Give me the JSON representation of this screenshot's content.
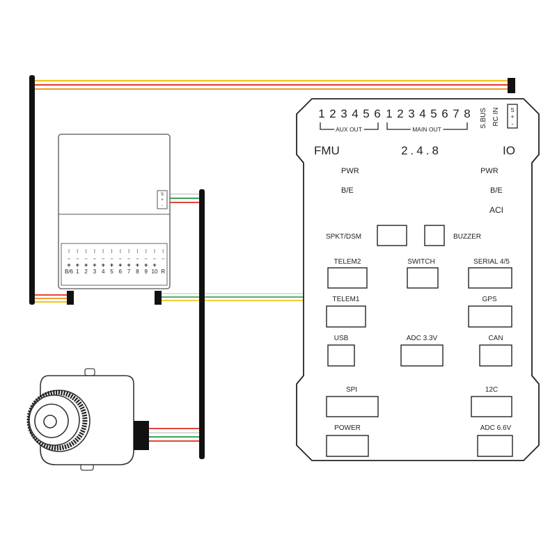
{
  "fc": {
    "aux_pins": [
      "1",
      "2",
      "3",
      "4",
      "5",
      "6"
    ],
    "aux_label": "AUX OUT",
    "main_pins": [
      "1",
      "2",
      "3",
      "4",
      "5",
      "6",
      "7",
      "8"
    ],
    "main_label": "MAIN OUT",
    "sbus": "S.BUS",
    "rc_in": "RC IN",
    "connector_marks": [
      "S",
      "+",
      "-"
    ],
    "fmu": "FMU",
    "version": "2.4.8",
    "io": "IO",
    "fmu_pwr": "PWR",
    "fmu_be": "B/E",
    "io_pwr": "PWR",
    "io_be": "B/E",
    "io_aci": "ACI",
    "spkt": "SPKT/DSM",
    "buzzer": "BUZZER",
    "telem2": "TELEM2",
    "switch": "SWITCH",
    "serial45": "SERIAL 4/5",
    "telem1": "TELEM1",
    "gps": "GPS",
    "usb": "USB",
    "adc33": "ADC 3.3V",
    "can": "CAN",
    "spi": "SPI",
    "i2c": "12C",
    "power": "POWER",
    "adc66": "ADC 6.6V"
  },
  "receiver": {
    "side_marks": [
      "S",
      "+",
      "-"
    ],
    "plus_marks": [
      "+",
      "+",
      "+",
      "+",
      "+",
      "+",
      "+",
      "+",
      "+",
      "+",
      "+"
    ],
    "channel_labels": [
      "B/6",
      "1",
      "2",
      "3",
      "4",
      "5",
      "6",
      "7",
      "8",
      "9",
      "10",
      "R"
    ]
  },
  "colors": {
    "wire_red": "#e0443a",
    "wire_yellow": "#f0c419",
    "wire_orange": "#f09a3a",
    "wire_green": "#3aa457",
    "wire_white": "#f2f2f2",
    "cable_black": "#111111",
    "outline": "#222222"
  }
}
